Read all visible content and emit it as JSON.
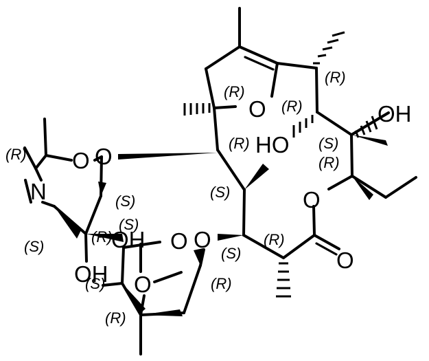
{
  "molecule": {
    "atom_labels": {
      "o_ring_top": "O",
      "oh_right": "OH",
      "ho_mid": "HO",
      "o_lactone": "O",
      "o_carbonyl": "O",
      "o_sugar1_link": "O",
      "o_sugar1_ring": "O",
      "n_dimethyl": "N",
      "oh_sugar1": "OH",
      "o_sugar2_link": "O",
      "o_sugar2_ring": "O",
      "oh_sugar2": "OH",
      "o_methoxy": "O"
    },
    "stereo_labels": {
      "s1": "(R)",
      "s2": "(R)",
      "s3": "(R)",
      "s4": "(R)",
      "s5": "(S)",
      "s6": "(R)",
      "s7": "(S)",
      "s8": "(S)",
      "s9": "(R)",
      "s10": "(R)",
      "s11": "(S)",
      "s12": "(S)",
      "s13": "(R)",
      "s14": "(S)",
      "s15": "(S)",
      "s16": "(R)",
      "s17": "(R)"
    }
  }
}
